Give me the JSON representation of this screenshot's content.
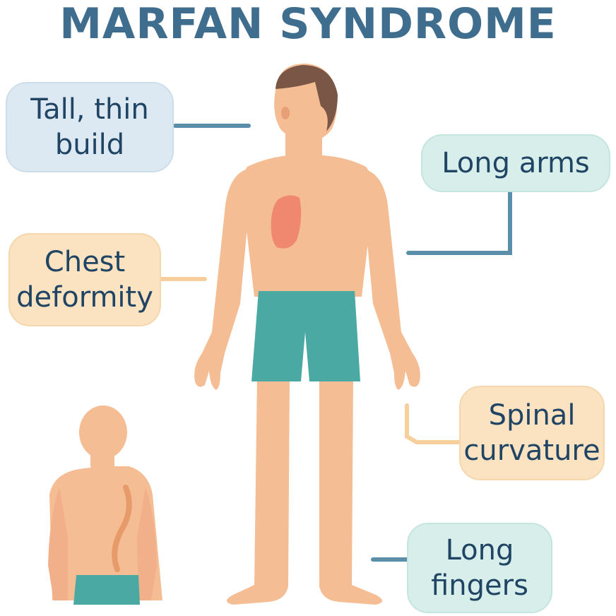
{
  "title": "MARFAN SYNDROME",
  "labels": {
    "tall_thin_build": "Tall, thin build",
    "long_arms": "Long arms",
    "chest_deformity": "Chest deformity",
    "spinal_curvature": "Spinal curvature",
    "long_fingers": "Long fingers"
  },
  "colors": {
    "title": "#3f6d8e",
    "skin": "#f5bd93",
    "hair": "#7a5646",
    "shorts": "#4aa9a3",
    "heart": "#f08870",
    "connector_blue": "#5b8fa9",
    "connector_peach": "#f7cf9c"
  }
}
